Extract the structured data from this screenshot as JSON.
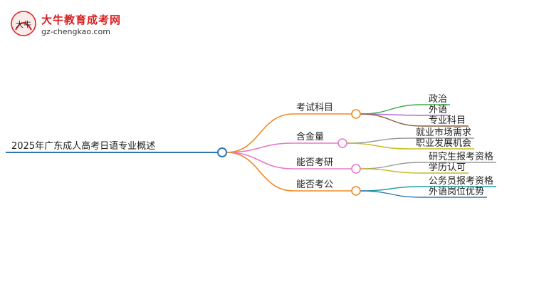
{
  "brand": {
    "name": "大牛教育成考网",
    "url": "gz-chengkao.com",
    "mark_text": "大牛",
    "accent": "#d81e1e"
  },
  "mindmap": {
    "root": "2025年广东成人高考日语专业概述",
    "colors": {
      "root_line": "#2e75b6",
      "branch_orange": "#f08a24",
      "branch_pink": "#e878c8",
      "leaf_green": "#3ea84a",
      "leaf_purple": "#b06bdc",
      "leaf_brown": "#8a5a3c",
      "leaf_grey": "#9a9a9a",
      "leaf_olive": "#c7bb1e",
      "leaf_teal": "#1e9aa0",
      "leaf_blue": "#2e75b6"
    },
    "branches": [
      {
        "label": "考试科目",
        "leaves": [
          "政治",
          "外语",
          "专业科目"
        ]
      },
      {
        "label": "含金量",
        "leaves": [
          "就业市场需求",
          "职业发展机会"
        ]
      },
      {
        "label": "能否考研",
        "leaves": [
          "研究生报考资格",
          "学历认可"
        ]
      },
      {
        "label": "能否考公",
        "leaves": [
          "公务员报考资格",
          "外语岗位优势"
        ]
      }
    ]
  }
}
